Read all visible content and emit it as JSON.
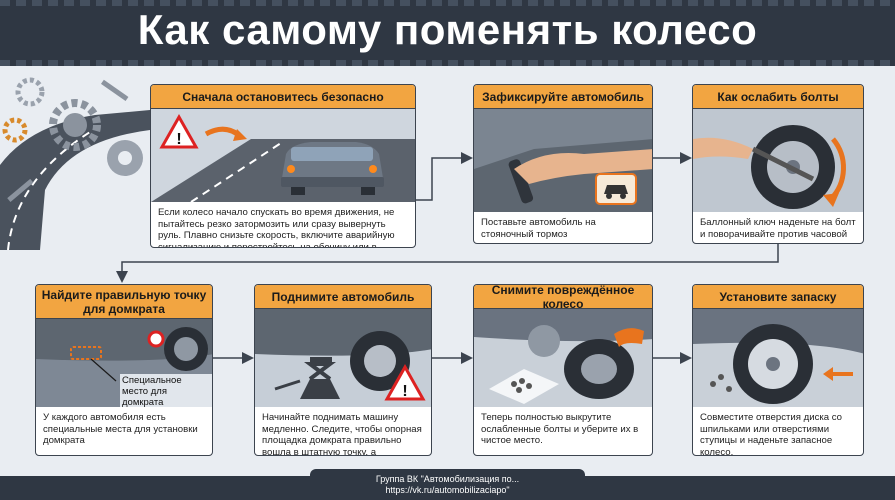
{
  "header": {
    "title": "Как самому поменять колесо"
  },
  "steps": [
    {
      "title": "Сначала остановитесь безопасно",
      "text": "Если колесо начало спускать во время движения, не пытайтесь резко затормозить или сразу вывернуть руль. Плавно снизьте скорость, включите аварийную сигнализацию и перестройтесь на обочину или в другое безопасное место."
    },
    {
      "title": "Зафиксируйте автомобиль",
      "text": "Поставьте автомобиль на стояночный тормоз"
    },
    {
      "title": "Как ослабить болты",
      "text": "Баллонный ключ наденьте на болт и поворачивайте против часовой стрелки."
    },
    {
      "title": "Найдите правильную точку для домкрата",
      "text": "У каждого автомобиля есть специальные места для установки домкрата",
      "callout": "Специальное место для домкрата"
    },
    {
      "title": "Поднимите автомобиль",
      "text": "Начинайте поднимать машину медленно. Следите, чтобы опорная площадка домкрата правильно вошла в штатную точку, а автомобиль не смещался в сторону."
    },
    {
      "title": "Снимите повреждённое колесо",
      "text": "Теперь полностью выкрутите ослабленные болты и уберите их в чистое место."
    },
    {
      "title": "Установите запаску",
      "text": "Совместите отверстия диска со шпильками или отверстиями ступицы и наденьте запасное колесо."
    }
  ],
  "footer": {
    "line1": "Группа ВК \"Автомобилизация по...",
    "line2": "https://vk.ru/automobilizaciapo\""
  },
  "colors": {
    "header_bg": "#2f3743",
    "title_bar": "#f2a541",
    "page_bg": "#e9edf2",
    "accent_orange": "#e8741e"
  }
}
